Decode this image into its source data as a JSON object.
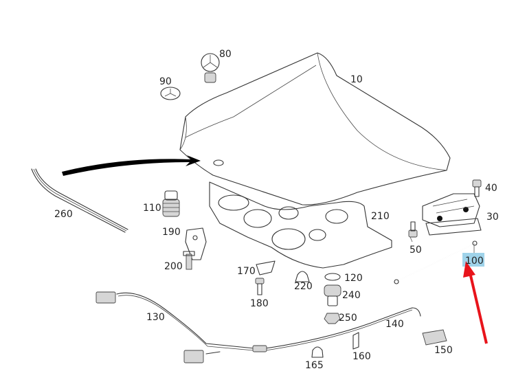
{
  "diagram": {
    "part_labels": {
      "p10": "10",
      "p30": "30",
      "p40": "40",
      "p50": "50",
      "p80": "80",
      "p90": "90",
      "p100": "100",
      "p110": "110",
      "p120": "120",
      "p130": "130",
      "p140": "140",
      "p150": "150",
      "p160": "160",
      "p165": "165",
      "p170": "170",
      "p180": "180",
      "p190": "190",
      "p200": "200",
      "p210": "210",
      "p220": "220",
      "p240": "240",
      "p250": "250",
      "p260": "260"
    },
    "highlighted_label": "100",
    "colors": {
      "highlight": "#9fd3ea",
      "annotation_arrow": "#e8141b",
      "pointer_arrow": "#000000",
      "line_art": "#333333"
    }
  }
}
